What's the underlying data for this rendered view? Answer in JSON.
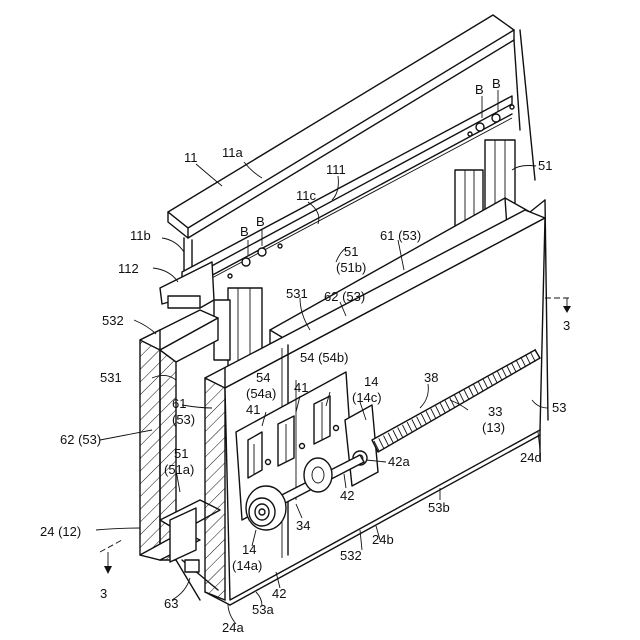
{
  "labels": {
    "l_11a": "11a",
    "l_11": "11",
    "l_111": "111",
    "l_11c": "11c",
    "l_11b": "11b",
    "l_B1": "B",
    "l_B2": "B",
    "l_B3": "B",
    "l_B4": "B",
    "l_51_top": "51",
    "l_51b_a": "51",
    "l_51b_b": "(51b)",
    "l_61_53_top": "61 (53)",
    "l_112": "112",
    "l_532_top": "532",
    "l_531_mid": "531",
    "l_62_53_mid": "62 (53)",
    "l_531_left": "531",
    "l_61_a": "61",
    "l_61_b": "(53)",
    "l_62_53_left": "62 (53)",
    "l_54a_a": "54",
    "l_54a_b": "(54a)",
    "l_54b": "54 (54b)",
    "l_41_a": "41",
    "l_41_b": "41",
    "l_14c_a": "14",
    "l_14c_b": "(14c)",
    "l_38": "38",
    "l_33": "33",
    "l_13": "(13)",
    "l_53_right": "53",
    "l_24d": "24d",
    "l_3_top": "3",
    "l_42a": "42a",
    "l_51a_a": "51",
    "l_51a_b": "(51a)",
    "l_42_mid": "42",
    "l_53b": "53b",
    "l_24_12": "24 (12)",
    "l_34": "34",
    "l_24b": "24b",
    "l_532_bot": "532",
    "l_14a_a": "14",
    "l_14a_b": "(14a)",
    "l_42_bot": "42",
    "l_3_bot": "3",
    "l_63": "63",
    "l_53a": "53a",
    "l_24a": "24a"
  }
}
